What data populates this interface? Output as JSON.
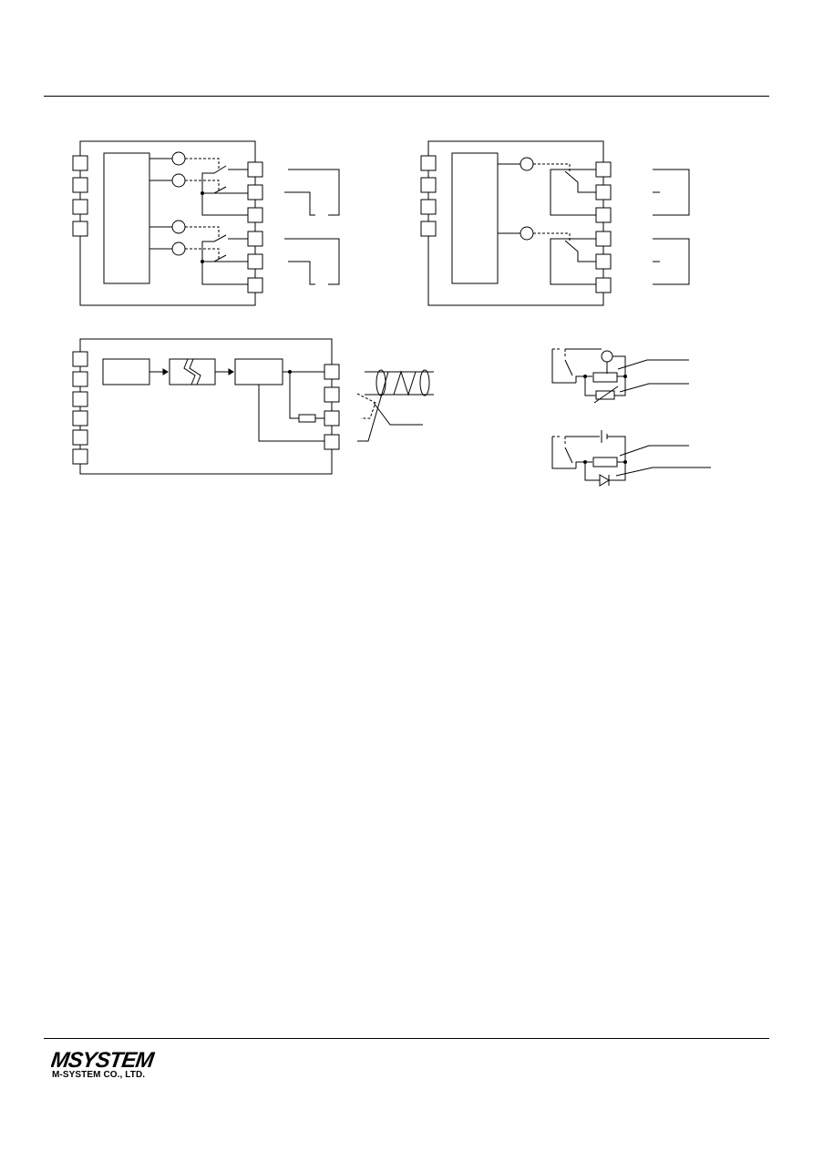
{
  "footer": {
    "logo_text": "MSYSTEM",
    "company_name": "M-SYSTEM CO., LTD."
  },
  "diagrams": [
    "relay-output-4-spst",
    "relay-output-2-spdt",
    "analog-output-block",
    "contact-protection-ac",
    "contact-protection-dc"
  ]
}
